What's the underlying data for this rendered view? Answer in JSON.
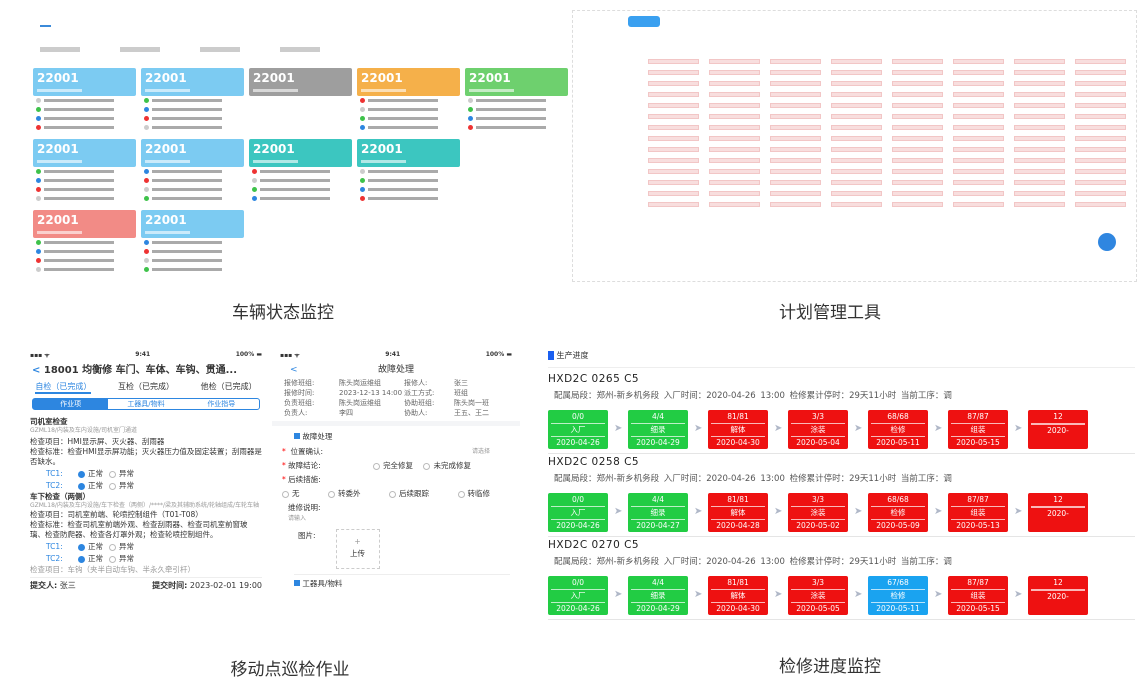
{
  "captions": {
    "vehicle_status": "车辆状态监控",
    "plan_tool": "计划管理工具",
    "mobile": "移动点巡检作业",
    "progress": "检修进度监控"
  },
  "vehicle_status": {
    "cards": [
      {
        "num": "22001",
        "color": "#7ccbf2"
      },
      {
        "num": "22001",
        "color": "#7ccbf2"
      },
      {
        "num": "22001",
        "color": "#9e9e9e"
      },
      {
        "num": "22001",
        "color": "#f5b04a"
      },
      {
        "num": "22001",
        "color": "#6ed06e"
      },
      {
        "num": "22001",
        "color": "#7ccbf2"
      },
      {
        "num": "22001",
        "color": "#7ccbf2"
      },
      {
        "num": "22001",
        "color": "#3cc6c0"
      },
      {
        "num": "22001",
        "color": "#3cc6c0"
      },
      {
        "num": "22001",
        "color": "#f28b86"
      },
      {
        "num": "22001",
        "color": "#7ccbf2"
      }
    ]
  },
  "inspection": {
    "status_time": "9:41",
    "battery": "100%",
    "title": "18001 均衡修 车门、车体、车钩、贯通...",
    "tabs": [
      "自检（已完成）",
      "互检（已完成）",
      "他检（已完成）"
    ],
    "segments": [
      "作业项",
      "工器具/物料",
      "作业指导"
    ],
    "sections": [
      {
        "name": "司机室检查",
        "path": "GZML18/内装及车内设施/司机室门通道",
        "item": "检查项目：HMI显示屏、灭火器、刮雨器",
        "standard": "检查标准：检查HMI显示屏功能；灭火器压力值及固定装置；刮雨器是否缺水。"
      },
      {
        "name": "车下检查（两侧）",
        "path": "GZML18/内装及车内设施/车下检查（两侧）/****/梁及其辅助系统/轮轴组成/车轮车轴",
        "item": "检查项目：司机室前端、轮喷控制组件（T01-T08）",
        "standard": "检查标准：检查司机室前端外观、检查刮雨器、检查司机室前窗玻璃、检查防爬器、检查各灯罩外观；检查轮喷控制组件。"
      }
    ],
    "tc": [
      "TC1:",
      "TC2:"
    ],
    "normal": "正常",
    "abnormal": "异常",
    "more_item": "检查项目：车钩（夹半自动车钩、半永久牵引杆）",
    "submitter_label": "提交人:",
    "submitter": "张三",
    "submit_time_label": "提交时间:",
    "submit_time": "2023-02-01 19:00"
  },
  "fault": {
    "status_time": "9:41",
    "battery": "100%",
    "title": "故障处理",
    "info": [
      [
        "报修班组:",
        "陈头岗运维组",
        "报修人:",
        "张三"
      ],
      [
        "报修时间:",
        "2023-12-13 14:00",
        "派工方式:",
        "班组"
      ],
      [
        "负责班组:",
        "陈头岗运维组",
        "协助班组:",
        "陈头岗一班"
      ],
      [
        "负责人:",
        "李四",
        "协助人:",
        "王五、王二"
      ]
    ],
    "section": "故障处理",
    "location": "位置确认:",
    "select_ph": "请选择",
    "conclusion": "故障结论:",
    "conc_opts": [
      "完全修复",
      "未完成修复"
    ],
    "followup": "后续措施:",
    "follow_opts": [
      "无",
      "转委外",
      "后续跟踪",
      "转临修"
    ],
    "desc": "维修说明:",
    "desc_ph": "请输入",
    "image": "图片:",
    "upload": "上传",
    "tools": "工器具/物料"
  },
  "progress": {
    "header": "生产进度",
    "colors": {
      "done": "#22cc44",
      "late": "#ee1111",
      "active": "#1aa3f0"
    },
    "vehicles": [
      {
        "name": "HXD2C 0265 C5",
        "info": "配属局段：郑州-新乡机务段    入厂时间：2020-04-26 13:00    检修累计停时：29天11小时    当前工序：调",
        "steps": [
          [
            "0/0",
            "入厂",
            "2020-04-26",
            "done"
          ],
          [
            "4/4",
            "细录",
            "2020-04-29",
            "done"
          ],
          [
            "81/81",
            "解体",
            "2020-04-30",
            "late"
          ],
          [
            "3/3",
            "涂装",
            "2020-05-04",
            "late"
          ],
          [
            "68/68",
            "检修",
            "2020-05-11",
            "late"
          ],
          [
            "87/87",
            "组装",
            "2020-05-15",
            "late"
          ],
          [
            "12",
            "",
            "2020-",
            "late"
          ]
        ]
      },
      {
        "name": "HXD2C 0258 C5",
        "info": "配属局段：郑州-新乡机务段    入厂时间：2020-04-26 13:00    检修累计停时：29天11小时    当前工序：调",
        "steps": [
          [
            "0/0",
            "入厂",
            "2020-04-26",
            "done"
          ],
          [
            "4/4",
            "细录",
            "2020-04-27",
            "done"
          ],
          [
            "81/81",
            "解体",
            "2020-04-28",
            "late"
          ],
          [
            "3/3",
            "涂装",
            "2020-05-02",
            "late"
          ],
          [
            "68/68",
            "检修",
            "2020-05-09",
            "late"
          ],
          [
            "87/87",
            "组装",
            "2020-05-13",
            "late"
          ],
          [
            "12",
            "",
            "2020-",
            "late"
          ]
        ]
      },
      {
        "name": "HXD2C 0270 C5",
        "info": "配属局段：郑州-新乡机务段    入厂时间：2020-04-26 13:00    检修累计停时：29天11小时    当前工序：调",
        "steps": [
          [
            "0/0",
            "入厂",
            "2020-04-26",
            "done"
          ],
          [
            "4/4",
            "细录",
            "2020-04-29",
            "done"
          ],
          [
            "81/81",
            "解体",
            "2020-04-30",
            "late"
          ],
          [
            "3/3",
            "涂装",
            "2020-05-05",
            "late"
          ],
          [
            "67/68",
            "检修",
            "2020-05-11",
            "active"
          ],
          [
            "87/87",
            "组装",
            "2020-05-15",
            "late"
          ],
          [
            "12",
            "",
            "2020-",
            "late"
          ]
        ]
      }
    ]
  }
}
